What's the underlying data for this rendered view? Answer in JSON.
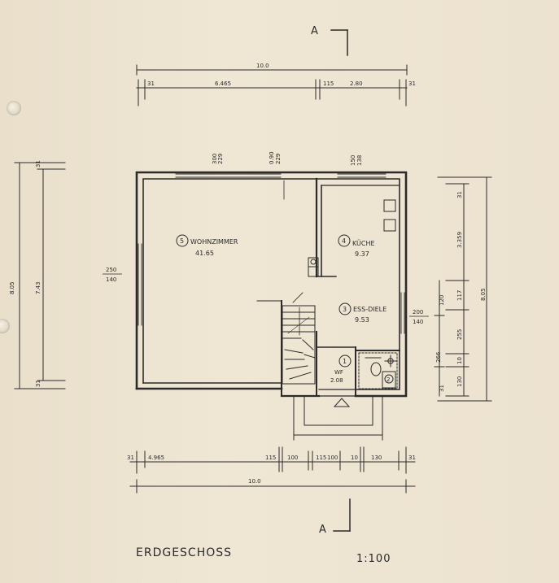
{
  "section_marker": "A",
  "rooms": [
    {
      "number": "5",
      "name": "WOHNZIMMER",
      "area": "41.65"
    },
    {
      "number": "4",
      "name": "KÜCHE",
      "area": "9.37"
    },
    {
      "number": "3",
      "name": "ESS-DIELE",
      "area": "9.53"
    },
    {
      "number": "1",
      "name": "WF",
      "area": "2.08"
    },
    {
      "number": "2"
    }
  ],
  "dimensions": {
    "top_total": "10.0",
    "top_left": "31",
    "top_seg1": "6.465",
    "top_seg2": "115",
    "top_seg3": "2.80",
    "top_right": "31",
    "win1_top": "300",
    "win1_bot": "229",
    "win2_top": "0.90",
    "win2_bot": "229",
    "win3_top": "150",
    "win3_bot": "138",
    "left_outer": "8.05",
    "left_inner": "7.43",
    "left_top": "31",
    "left_bottom": "31",
    "left_window_top": "250",
    "left_window_bot": "140",
    "right_outer": "8.05",
    "right_top": "31",
    "right_seg1": "3.359",
    "right_seg2": "117",
    "right_seg3": "255",
    "right_seg4": "10",
    "right_seg5": "130",
    "right_seg6": "31",
    "right_mid": "120",
    "right_lower": "266",
    "right_window_top": "200",
    "right_window_bot": "140",
    "bot_left": "31",
    "bot_seg1": "4.965",
    "bot_seg2": "115",
    "bot_seg3": "100",
    "bot_seg4": "115",
    "bot_seg5": "100",
    "bot_seg6": "10",
    "bot_seg7": "130",
    "bot_right": "31",
    "bot_total": "10.0"
  },
  "footer": {
    "title": "ERDGESCHOSS",
    "scale": "1:100"
  }
}
